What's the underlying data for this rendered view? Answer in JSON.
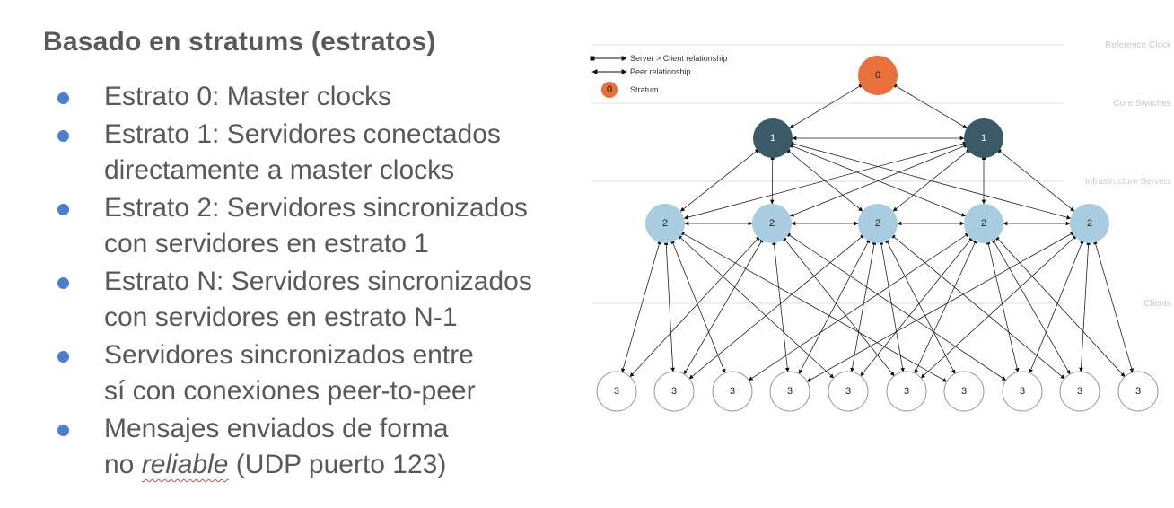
{
  "title": "Basado en stratums (estratos)",
  "bullets": [
    {
      "lines": [
        "Estrato 0: Master clocks"
      ]
    },
    {
      "lines": [
        "Estrato 1: Servidores conectados",
        "directamente a master clocks"
      ]
    },
    {
      "lines": [
        "Estrato 2: Servidores sincronizados",
        "con servidores en estrato 1"
      ]
    },
    {
      "lines": [
        "Estrato N: Servidores sincronizados",
        "con servidores en estrato N-1"
      ]
    },
    {
      "lines": [
        "Servidores sincronizados entre",
        "sí con conexiones peer-to-peer"
      ]
    },
    {
      "lines": [
        "Mensajes enviados de forma"
      ],
      "last": {
        "prefix": "no ",
        "emph": "reliable",
        "suffix": " (UDP puerto 123)"
      }
    }
  ],
  "diagram": {
    "legend": {
      "server_client": "Server > Client relationship",
      "peer": "Peer relationship",
      "stratum_sample": "0",
      "stratum": "Stratum"
    },
    "layers": [
      "Reference Clock",
      "Core Switches",
      "Infrastructure Servers",
      "Clients"
    ],
    "stratum0": [
      "0"
    ],
    "stratum1": [
      "1",
      "1"
    ],
    "stratum2": [
      "2",
      "2",
      "2",
      "2",
      "2"
    ],
    "stratum3": [
      "3",
      "3",
      "3",
      "3",
      "3",
      "3",
      "3",
      "3",
      "3",
      "3"
    ],
    "colors": {
      "stratum0": "#e8703a",
      "stratum1": "#3a5a68",
      "stratum2": "#a8cde0",
      "stratum3": "#ffffff",
      "bullet": "#4a7fd0",
      "text": "#595959"
    }
  }
}
